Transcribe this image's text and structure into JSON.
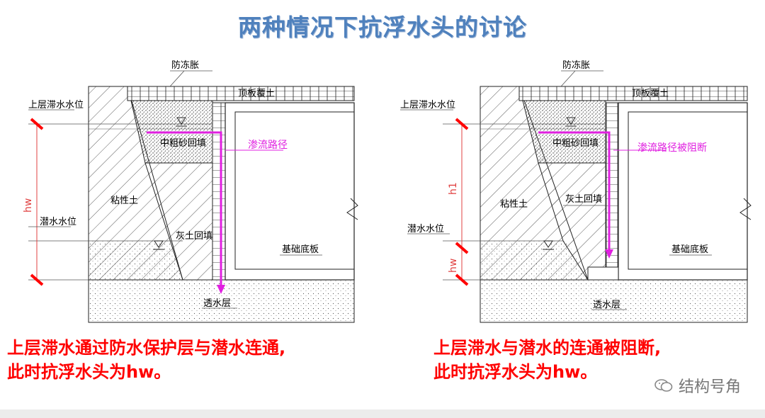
{
  "title": "两种情况下抗浮水头的讨论",
  "left": {
    "labels": {
      "frost": "防冻胀",
      "roof_soil": "顶板覆土",
      "perched_level": "上层滞水水位",
      "sand_fill": "中粗砂回填",
      "seepage": "渗流路径",
      "clay": "粘性土",
      "lime_fill": "灰土回填",
      "phreatic_level": "潜水水位",
      "base_slab": "基础底板",
      "permeable": "透水层",
      "dim": "hw"
    },
    "caption": [
      "上层滞水通过防水保护层与潜水连通,",
      "此时抗浮水头为hw。"
    ]
  },
  "right": {
    "labels": {
      "frost": "防冻胀",
      "roof_soil": "顶板覆土",
      "perched_level": "上层滞水水位",
      "sand_fill": "中粗砂回填",
      "seepage": "渗流路径被阻断",
      "clay": "粘性土",
      "lime_fill": "灰土回填",
      "phreatic_level": "潜水水位",
      "base_slab": "基础底板",
      "permeable": "透水层",
      "dim_h1": "h1",
      "dim_hw": "hw"
    },
    "caption": [
      "上层滞水与潜水的连通被阻断,",
      "此时抗浮水头为hw。"
    ]
  },
  "watermark": "结构号角",
  "colors": {
    "title": "#4F81BD",
    "caption": "#FF0000",
    "seepage": "#E020E0",
    "dimension": "#E04040"
  }
}
